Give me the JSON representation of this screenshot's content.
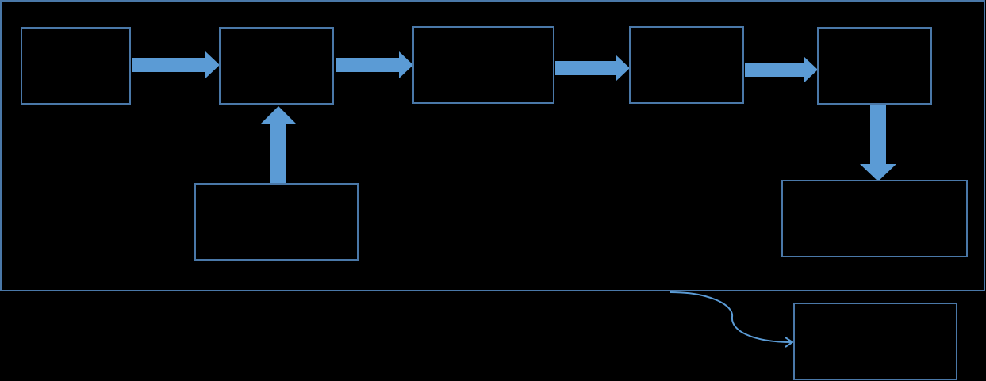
{
  "colors": {
    "background": "#000000",
    "box_stroke": "#4a78a8",
    "arrow_fill": "#5b9bd5",
    "frame_stroke": "#4a78a8",
    "text": "#ffffff"
  },
  "boxes": [
    {
      "id": "step-1",
      "label": ""
    },
    {
      "id": "step-2",
      "label": ""
    },
    {
      "id": "step-3",
      "label": ""
    },
    {
      "id": "step-4",
      "label": ""
    },
    {
      "id": "step-5",
      "label": ""
    },
    {
      "id": "input-box",
      "label": ""
    },
    {
      "id": "output-box",
      "label": ""
    },
    {
      "id": "external-box",
      "label": ""
    }
  ]
}
